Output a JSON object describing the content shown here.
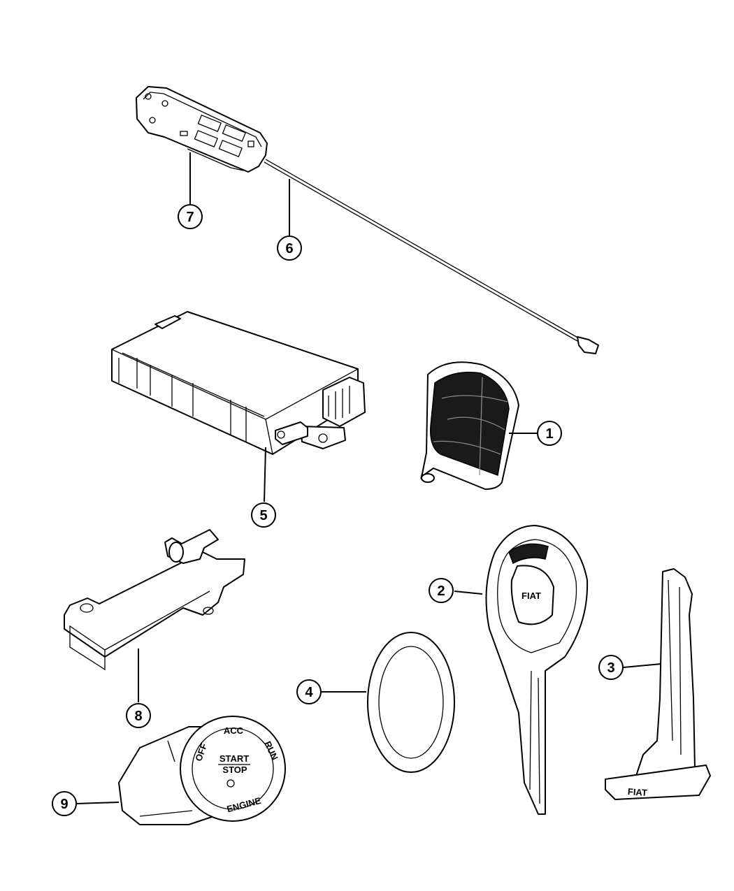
{
  "callouts": [
    {
      "number": "1"
    },
    {
      "number": "2"
    },
    {
      "number": "3"
    },
    {
      "number": "4"
    },
    {
      "number": "5"
    },
    {
      "number": "6"
    },
    {
      "number": "7"
    },
    {
      "number": "8"
    },
    {
      "number": "9"
    }
  ],
  "key_logo": "FIAT",
  "switch_labels": {
    "acc": "ACC",
    "off": "OFF",
    "run": "RUN",
    "start": "START",
    "stop": "STOP",
    "engine": "ENGINE"
  }
}
